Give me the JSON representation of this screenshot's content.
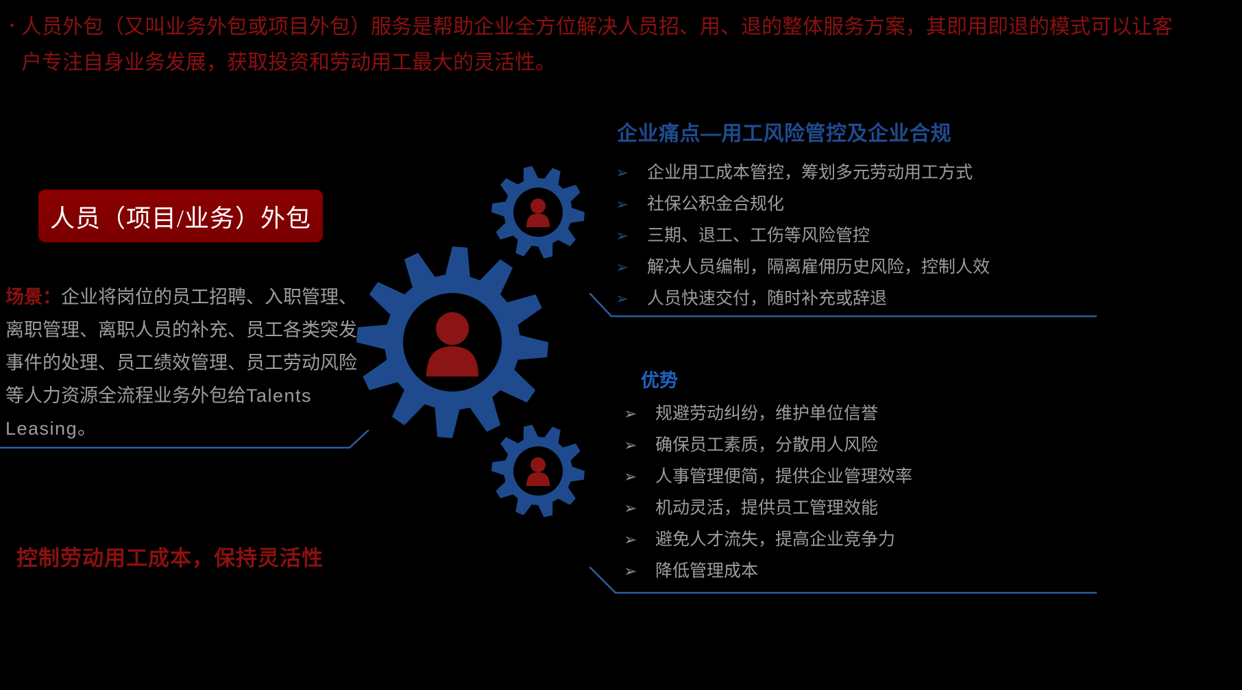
{
  "slide": {
    "background_color": "#000000",
    "accent_red": "#8b0000",
    "accent_blue": "#1f4b8e",
    "text_gray": "#9d9d9d"
  },
  "top_note": {
    "bullet_glyph": "•",
    "text": "人员外包（又叫业务外包或项目外包）服务是帮助企业全方位解决人员招、用、退的整体服务方案，其即用即退的模式可以让客户专注自身业务发展，获取投资和劳动用工最大的灵活性。"
  },
  "title_box": {
    "label": "人员（项目/业务）外包"
  },
  "scene": {
    "label": "场景：",
    "text_part1": "企业将岗位的员工招聘、入职管理、离职管理、离职人员的补充、员工各类突发事件的处理、员工绩效管理、员工劳动风险等人力资源全流程业务外包给",
    "text_en": "Talents Leasing",
    "text_end": "。"
  },
  "slogan": {
    "text": "控制劳动用工成本，保持灵活性"
  },
  "pain_points": {
    "heading": "企业痛点—用工风险管控及企业合规",
    "marker": "➢",
    "items": [
      "企业用工成本管控，筹划多元劳动用工方式",
      "社保公积金合规化",
      "三期、退工、工伤等风险管控",
      "解决人员编制，隔离雇佣历史风险，控制人效",
      "人员快速交付，随时补充或辞退"
    ]
  },
  "advantages": {
    "heading": "优势",
    "marker": "➢",
    "items": [
      "规避劳动纠纷，维护单位信誉",
      "确保员工素质，分散用人风险",
      "人事管理便简，提供企业管理效率",
      "机动灵活，提供员工管理效能",
      "避免人才流失，提高企业竞争力",
      "降低管理成本"
    ]
  },
  "graphics": {
    "gear_large": "gear-person-icon",
    "gear_top": "gear-person-icon",
    "gear_bottom": "gear-person-icon",
    "gear_color": "#1f4b8e",
    "person_color": "#8b1414"
  }
}
